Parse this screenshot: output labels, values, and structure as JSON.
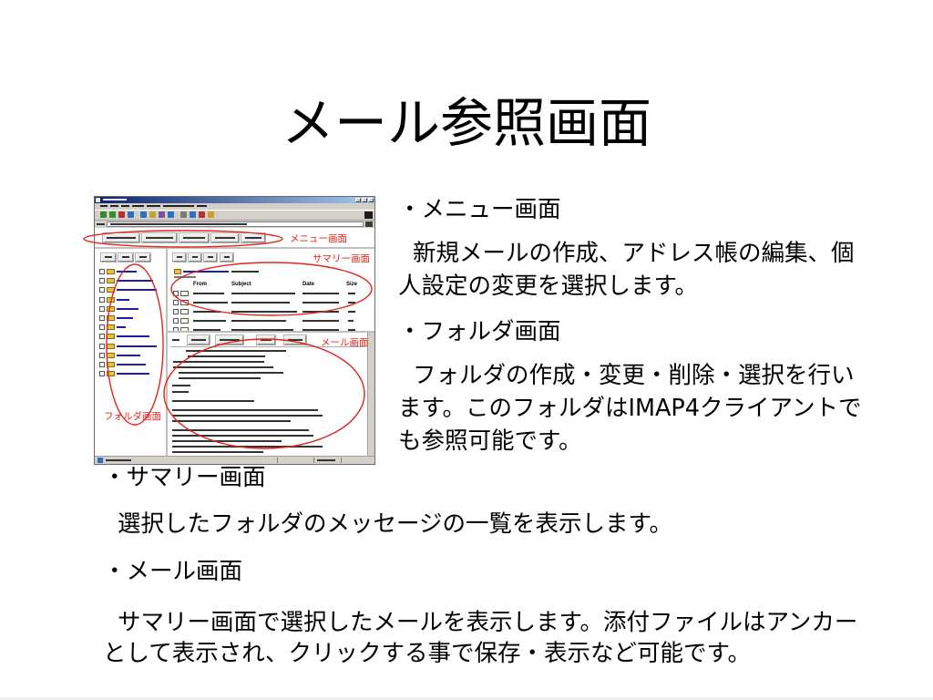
{
  "slide": {
    "title": "メール参照画面",
    "sections": {
      "menu": {
        "heading": "・メニュー画面",
        "lines": [
          "新規メールの作成、アドレス帳の編集、個",
          "人設定の変更を選択します。"
        ]
      },
      "folder": {
        "heading": "・フォルダ画面",
        "lines": [
          "フォルダの作成・変更・削除・選択を行い",
          "ます。このフォルダはIMAP4クライアントで",
          "も参照可能です。"
        ]
      },
      "summary": {
        "heading": "・サマリー画面",
        "lines": [
          "選択したフォルダのメッセージの一覧を表示します。"
        ]
      },
      "mail": {
        "heading": "・メール画面",
        "lines": [
          "サマリー画面で選択したメールを表示します。添付ファイルはアンカー",
          "として表示され、クリックする事で保存・表示など可能です。"
        ]
      }
    }
  },
  "screenshot": {
    "callouts": {
      "menu": "メニュー画面",
      "summary": "サマリー画面",
      "mail": "メール画面",
      "folder": "フォルダ画面"
    },
    "summary_columns": [
      "From",
      "Subject",
      "Date",
      "Size"
    ],
    "icons": {
      "folder": "folder-icon",
      "message": "envelope-icon",
      "window_controls": [
        "minimize-icon",
        "maximize-icon",
        "close-icon"
      ]
    }
  },
  "colors": {
    "callout": "#e3241c",
    "title_bar": "#0a246a",
    "link": "#1c1ca8",
    "folder_icon": "#e6c040",
    "text": "#000000",
    "background": "#ffffff"
  }
}
